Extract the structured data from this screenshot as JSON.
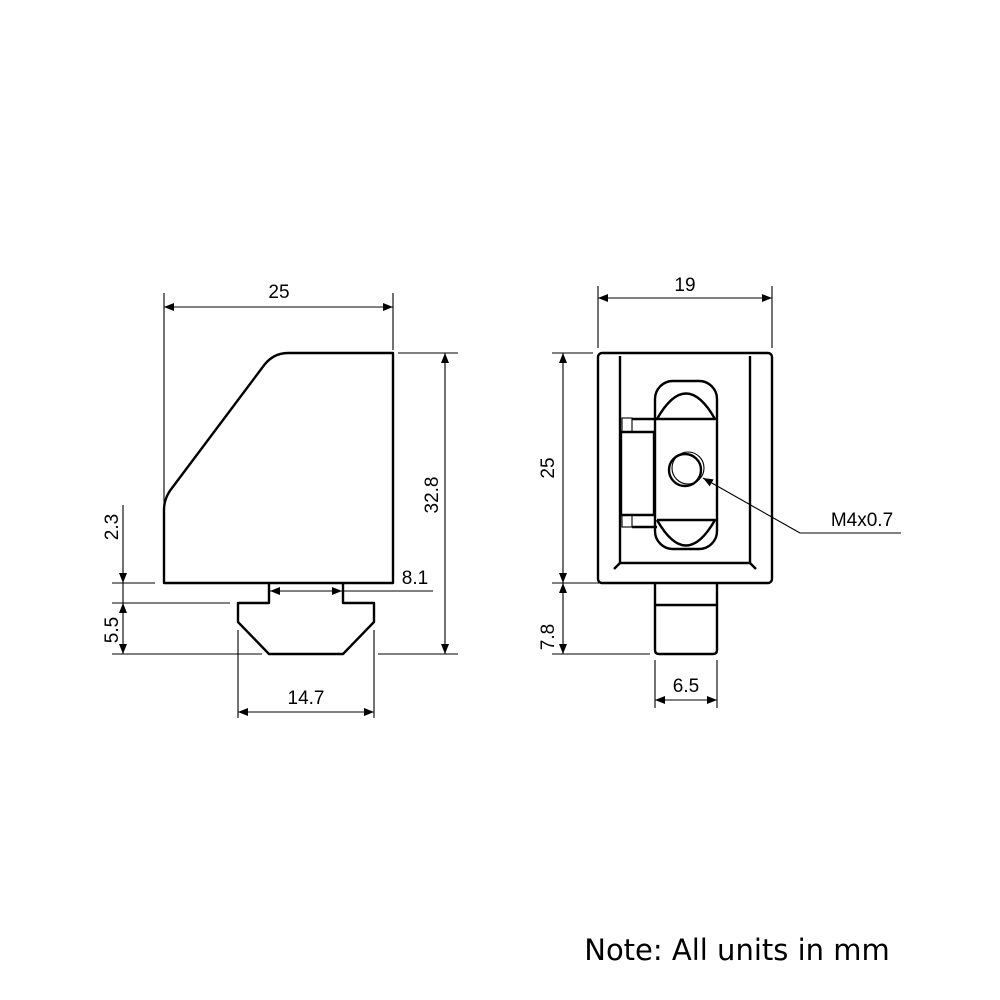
{
  "side_view": {
    "width": "25",
    "height": "32.8",
    "step": "2.3",
    "slot_depth": "5.5",
    "neck_width": "8.1",
    "nut_width": "14.7"
  },
  "front_view": {
    "width": "19",
    "height": "25",
    "stem_height": "7.8",
    "stem_width": "6.5",
    "thread_callout": "M4x0.7"
  },
  "note": "Note: All units in mm",
  "colors": {
    "line": "#000000",
    "background": "#ffffff"
  }
}
